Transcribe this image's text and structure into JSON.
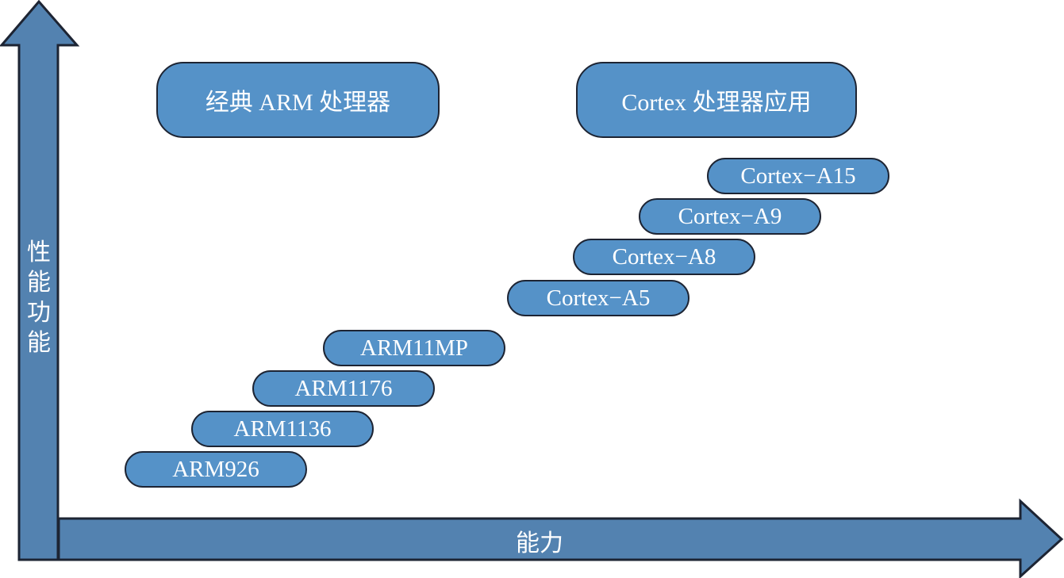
{
  "colors": {
    "fill": "#5592c8",
    "axis_fill": "#5382b0",
    "outline": "#1d2433",
    "text": "#ffffff"
  },
  "axes": {
    "y_label": [
      "性",
      "能",
      "功",
      "能"
    ],
    "x_label": "能力"
  },
  "headers": {
    "classic": "经典 ARM 处理器",
    "cortex": "Cortex 处理器应用"
  },
  "classic_processors": [
    {
      "label": "ARM926"
    },
    {
      "label": "ARM1136"
    },
    {
      "label": "ARM1176"
    },
    {
      "label": "ARM11MP"
    }
  ],
  "cortex_processors": [
    {
      "label": "Cortex−A5"
    },
    {
      "label": "Cortex−A8"
    },
    {
      "label": "Cortex−A9"
    },
    {
      "label": "Cortex−A15"
    }
  ]
}
